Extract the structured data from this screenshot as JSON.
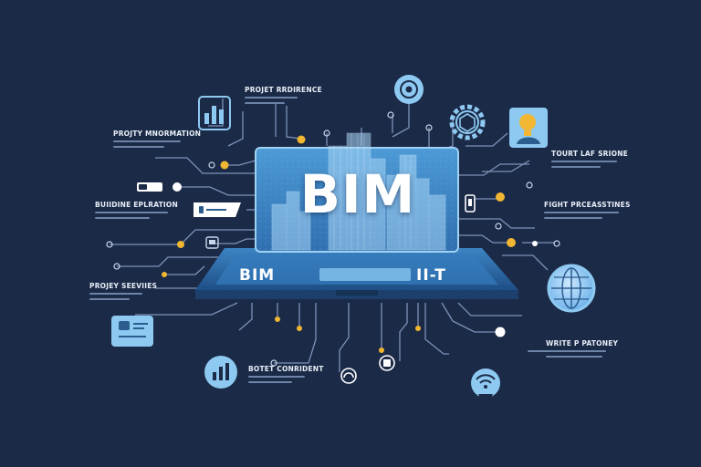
{
  "hero": {
    "title": "BIM",
    "base_left": "BIM",
    "base_right": "II-T"
  },
  "labels": {
    "top_center": "PROJET RRDIRENCE",
    "upper_left": "PROJTY MNORMATION",
    "right_upper": "TOURT LAF SRIONE",
    "left_middle": "BUIIDINE EPLRATION",
    "right_middle": "FIGHT PRCEASSTINES",
    "lower_left": "PROJEY SEEVIIES",
    "right_lower": "WRITE P PATONEY",
    "bottom_center": "BOTET CONRIDENT"
  },
  "icon_names": [
    "bar-chart-monitor-icon",
    "target-icon",
    "gear-cube-icon",
    "lightbulb-head-icon",
    "toggle-switch-icon",
    "text-field-icon",
    "mobile-phone-icon",
    "globe-icon",
    "id-card-icon",
    "bar-chart-icon",
    "headset-icon",
    "wifi-hand-icon"
  ],
  "colors": {
    "background": "#1b2a47",
    "circuit_line": "#7c92b7",
    "node_yellow": "#f1b632",
    "icon_blue": "#8ec9f2",
    "screen_blue": "#5aa6e0",
    "laptop_base": "#2d6fae"
  }
}
